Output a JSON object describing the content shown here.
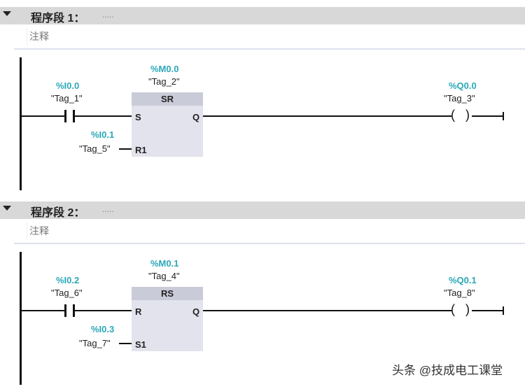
{
  "networks": [
    {
      "title": "程序段 1：",
      "dots": ".....",
      "comment": "注释",
      "contact1": {
        "addr": "%I0.0",
        "tag": "\"Tag_1\""
      },
      "block": {
        "name": "SR",
        "addr": "%M0.0",
        "tag": "\"Tag_2\"",
        "in1": "S",
        "in2": "R1",
        "out": "Q"
      },
      "contact2": {
        "addr": "%I0.1",
        "tag": "\"Tag_5\""
      },
      "coil": {
        "addr": "%Q0.0",
        "tag": "\"Tag_3\""
      }
    },
    {
      "title": "程序段 2：",
      "dots": ".....",
      "comment": "注释",
      "contact1": {
        "addr": "%I0.2",
        "tag": "\"Tag_6\""
      },
      "block": {
        "name": "RS",
        "addr": "%M0.1",
        "tag": "\"Tag_4\"",
        "in1": "R",
        "in2": "S1",
        "out": "Q"
      },
      "contact2": {
        "addr": "%I0.3",
        "tag": "\"Tag_7\""
      },
      "coil": {
        "addr": "%Q0.1",
        "tag": "\"Tag_8\""
      }
    }
  ],
  "watermark": "头条 @技成电工课堂"
}
